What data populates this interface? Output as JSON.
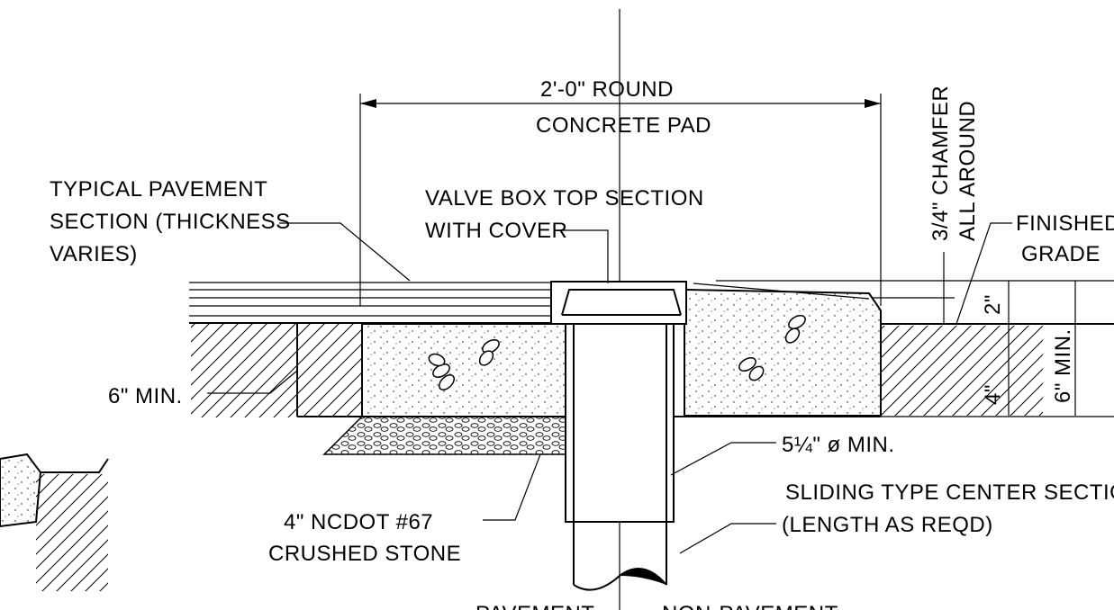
{
  "labels": {
    "dimension_top_line1": "2'-0\" ROUND",
    "dimension_top_line2": "CONCRETE PAD",
    "chamfer_line1": "3/4\" CHAMFER",
    "chamfer_line2": "ALL AROUND",
    "pavement_line1": "TYPICAL PAVEMENT",
    "pavement_line2": "SECTION (THICKNESS",
    "pavement_line3": "VARIES)",
    "valvebox_line1": "VALVE BOX TOP SECTION",
    "valvebox_line2": "WITH COVER",
    "finished_grade_line1": "FINISHED",
    "finished_grade_line2": "GRADE",
    "six_min_left": "6\" MIN.",
    "two_inch": "2\"",
    "four_inch": "4\"",
    "six_min_right": "6\" MIN.",
    "diameter": "5¼\" ø MIN.",
    "sliding_line1": "SLIDING TYPE CENTER SECTION",
    "sliding_line2": "(LENGTH AS REQD)",
    "stone_line1": "4\" NCDOT #67",
    "stone_line2": "CRUSHED STONE",
    "pavement_side": "PAVEMENT",
    "nonpavement_side": "NON-PAVEMENT"
  }
}
